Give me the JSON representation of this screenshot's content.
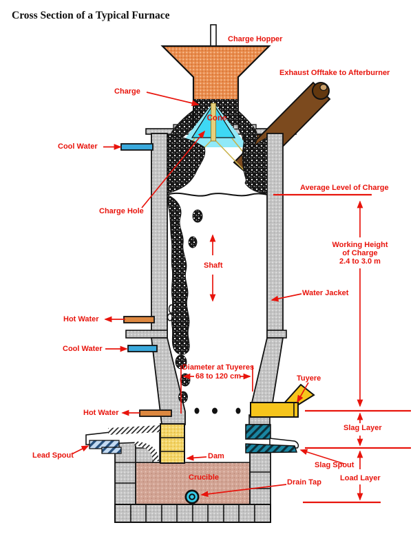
{
  "title": "Cross Section of a Typical Furnace",
  "labels": {
    "charge_hopper": "Charge Hopper",
    "exhaust_offtake": "Exhaust Offtake to Afterburner",
    "charge": "Charge",
    "cone": "Cone",
    "cool_water_top": "Cool Water",
    "charge_hole": "Charge Hole",
    "average_level": "Average Level of Charge",
    "working_height_line1": "Working Height",
    "working_height_line2": "of Charge",
    "working_height_line3": "2.4 to 3.0 m",
    "shaft": "Shaft",
    "water_jacket": "Water Jacket",
    "hot_water_upper": "Hot Water",
    "cool_water_lower": "Cool Water",
    "diameter_line1": "Diameter at Tuyeres",
    "diameter_line2": "68 to 120 cm",
    "tuyere": "Tuyere",
    "hot_water_lower": "Hot Water",
    "slag_layer": "Slag Layer",
    "lead_spout": "Lead Spout",
    "dam": "Dam",
    "slag_spout": "Slag Spout",
    "crucible": "Crucible",
    "load_layer": "Load Layer",
    "drain_tap": "Drain Tap"
  },
  "colors": {
    "annotation_red": "#e8140c",
    "cone_cyan": "#3ed8f4",
    "hopper_orange": "#e98c4e",
    "exhaust_brown": "#7c4a1e",
    "wall_gray": "#c4c4c4",
    "tuyere_yellow": "#f6c51c",
    "dam_yellow": "#f3d468",
    "slag_teal": "#1a86a2",
    "lead_spout_blue": "#c3daf2",
    "crucible_pink": "#d2a494",
    "cool_water_blue": "#3aa9dc",
    "hot_water_orange": "#dd8840"
  }
}
